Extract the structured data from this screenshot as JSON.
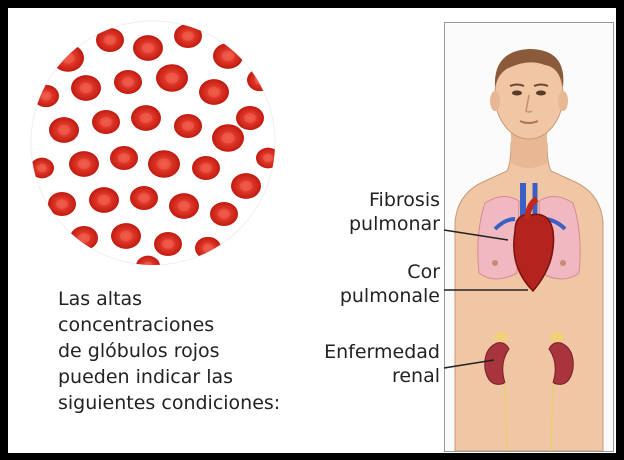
{
  "caption": "Las altas\nconcentraciones\nde glóbulos rojos\npueden indicar las\nsiguientes condiciones:",
  "conditions": [
    {
      "label": "Fibrosis\npulmonar"
    },
    {
      "label": "Cor\npulmonale"
    },
    {
      "label": "Enfermedad\nrenal"
    }
  ],
  "colors": {
    "red_cell": "#d21f12",
    "red_cell_center": "#ec4a3a",
    "lung": "#f0b8c0",
    "heart": "#b3241e",
    "vessel_blue": "#3b5fc2",
    "kidney": "#a8343e",
    "skin": "#f0c6a4",
    "hair": "#8a5a3a",
    "background": "#ffffff",
    "border": "#000000"
  }
}
